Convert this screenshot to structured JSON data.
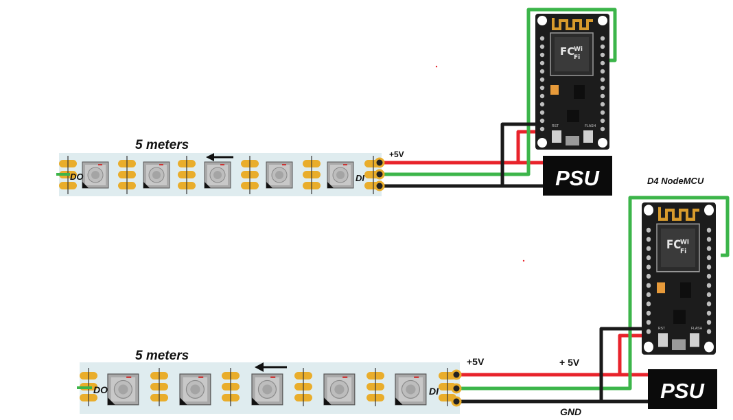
{
  "strip_top": {
    "length_label": "5 meters",
    "do_label": "DO",
    "di_label": "DI",
    "plus5v_label": "+5V"
  },
  "strip_bottom": {
    "length_label": "5 meters",
    "do_label": "DO",
    "di_label": "DI",
    "plus5v_label": "+5V"
  },
  "psu_top": {
    "label": "PSU"
  },
  "psu_bottom": {
    "label": "PSU",
    "plus5v_label": "+ 5V",
    "gnd_label": "GND"
  },
  "mcu_bottom": {
    "label": "D4 NodeMCU"
  },
  "chip": {
    "logo": "FC",
    "wifi": "Wi Fi"
  },
  "colors": {
    "wire_5v": "#e8232b",
    "wire_data": "#3cb54a",
    "wire_gnd": "#1a1a1a",
    "pad": "#e9ad2b",
    "strip_bg": "#dfecef",
    "board": "#1c1c1c",
    "antenna": "#d89b2c"
  }
}
